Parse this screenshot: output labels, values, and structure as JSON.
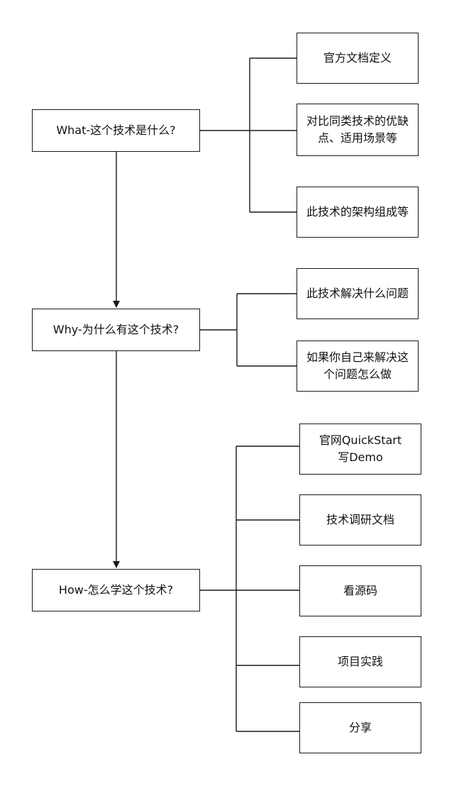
{
  "main": {
    "what": "What-这个技术是什么?",
    "why": "Why-为什么有这个技术?",
    "how": "How-怎么学这个技术?"
  },
  "what_children": [
    "官方文档定义",
    "对比同类技术的优缺\n点、适用场景等",
    "此技术的架构组成等"
  ],
  "why_children": [
    "此技术解决什么问题",
    "如果你自己来解决这\n个问题怎么做"
  ],
  "how_children": [
    "官网QuickStart\n写Demo",
    "技术调研文档",
    "看源码",
    "项目实践",
    "分享"
  ],
  "colors": {
    "line": "#1a1a1a",
    "box_border": "#1a1a1a",
    "background": "#ffffff"
  }
}
